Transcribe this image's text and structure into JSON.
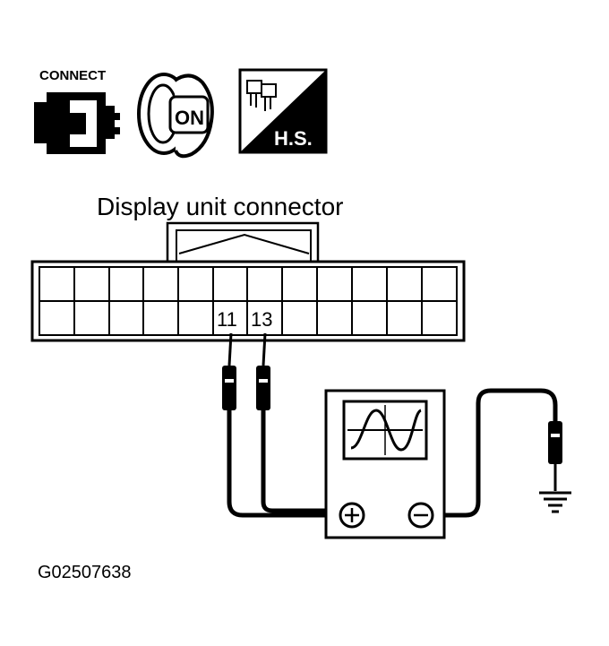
{
  "icons": {
    "connect_label": "CONNECT",
    "ignition_label": "ON",
    "harness_label": "H.S.",
    "connect_icon": "connector-connect-icon",
    "ignition_icon": "ignition-key-on-icon",
    "harness_icon": "harness-side-icon"
  },
  "connector": {
    "title": "Display unit connector",
    "terminal_a": "11",
    "terminal_b": "13"
  },
  "meter": {
    "plus_symbol": "+",
    "minus_symbol": "−",
    "waveform": "sine"
  },
  "figure_id": "G02507638",
  "colors": {
    "ink": "#000000",
    "paper": "#ffffff"
  }
}
